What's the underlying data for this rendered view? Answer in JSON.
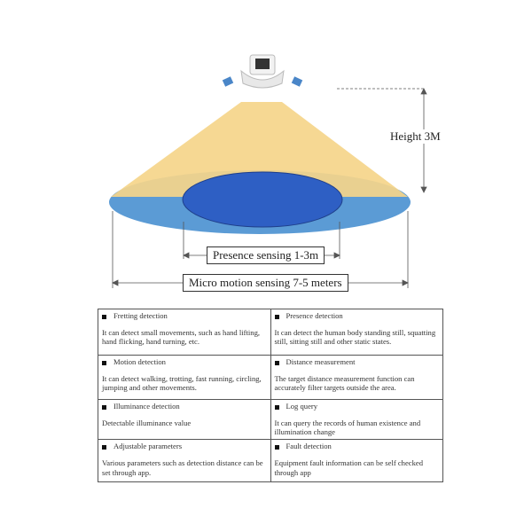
{
  "diagram": {
    "height_label": "Height 3M",
    "presence_label": "Presence sensing 1-3m",
    "micro_label": "Micro motion sensing 7-5 meters",
    "colors": {
      "cone": "#f5d58a",
      "outer": "#5b9bd5",
      "inner": "#2e5fc4"
    }
  },
  "features": [
    {
      "title": "Fretting detection",
      "desc": "It can detect small movements, such as hand lifting, hand flicking, hand turning, etc."
    },
    {
      "title": "Presence detection",
      "desc": "It can detect the human body standing still, squatting still, sitting still and other static states."
    },
    {
      "title": "Motion detection",
      "desc": "It can detect walking, trotting, fast running, circling, jumping and other movements."
    },
    {
      "title": "Distance measurement",
      "desc": "The target distance measurement function can accurately filter targets outside the area."
    },
    {
      "title": "Illuminance detection",
      "desc": "Detectable illuminance value"
    },
    {
      "title": "Log query",
      "desc": "It can query the records of human existence and illumination change"
    },
    {
      "title": "Adjustable parameters",
      "desc": "Various parameters such as detection distance can be set through app."
    },
    {
      "title": "Fault detection",
      "desc": "Equipment fault information can be self checked through app"
    }
  ]
}
